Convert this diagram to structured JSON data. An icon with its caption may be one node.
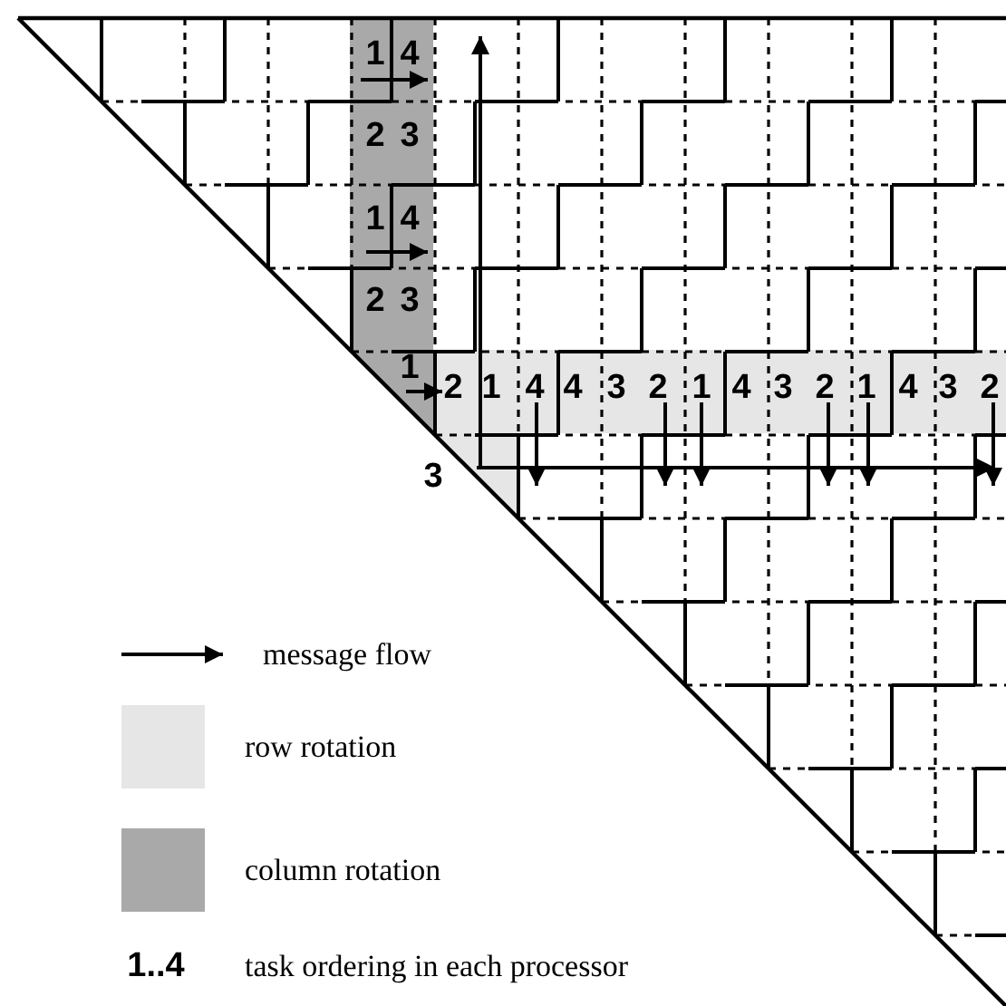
{
  "diagram": {
    "labels": [
      "1",
      "4",
      "2",
      "3",
      "1",
      "4",
      "2",
      "3",
      "1",
      "2",
      "1",
      "4",
      "4",
      "3",
      "2",
      "1",
      "4",
      "3",
      "2",
      "1",
      "4",
      "3",
      "2",
      "3",
      "1..4"
    ],
    "legend": [
      {
        "text": "message flow"
      },
      {
        "text": "row rotation",
        "color": "#e6e6e6"
      },
      {
        "text": "column rotation",
        "color": "#a9a9a9"
      },
      {
        "text": "task ordering in each processor"
      }
    ]
  }
}
